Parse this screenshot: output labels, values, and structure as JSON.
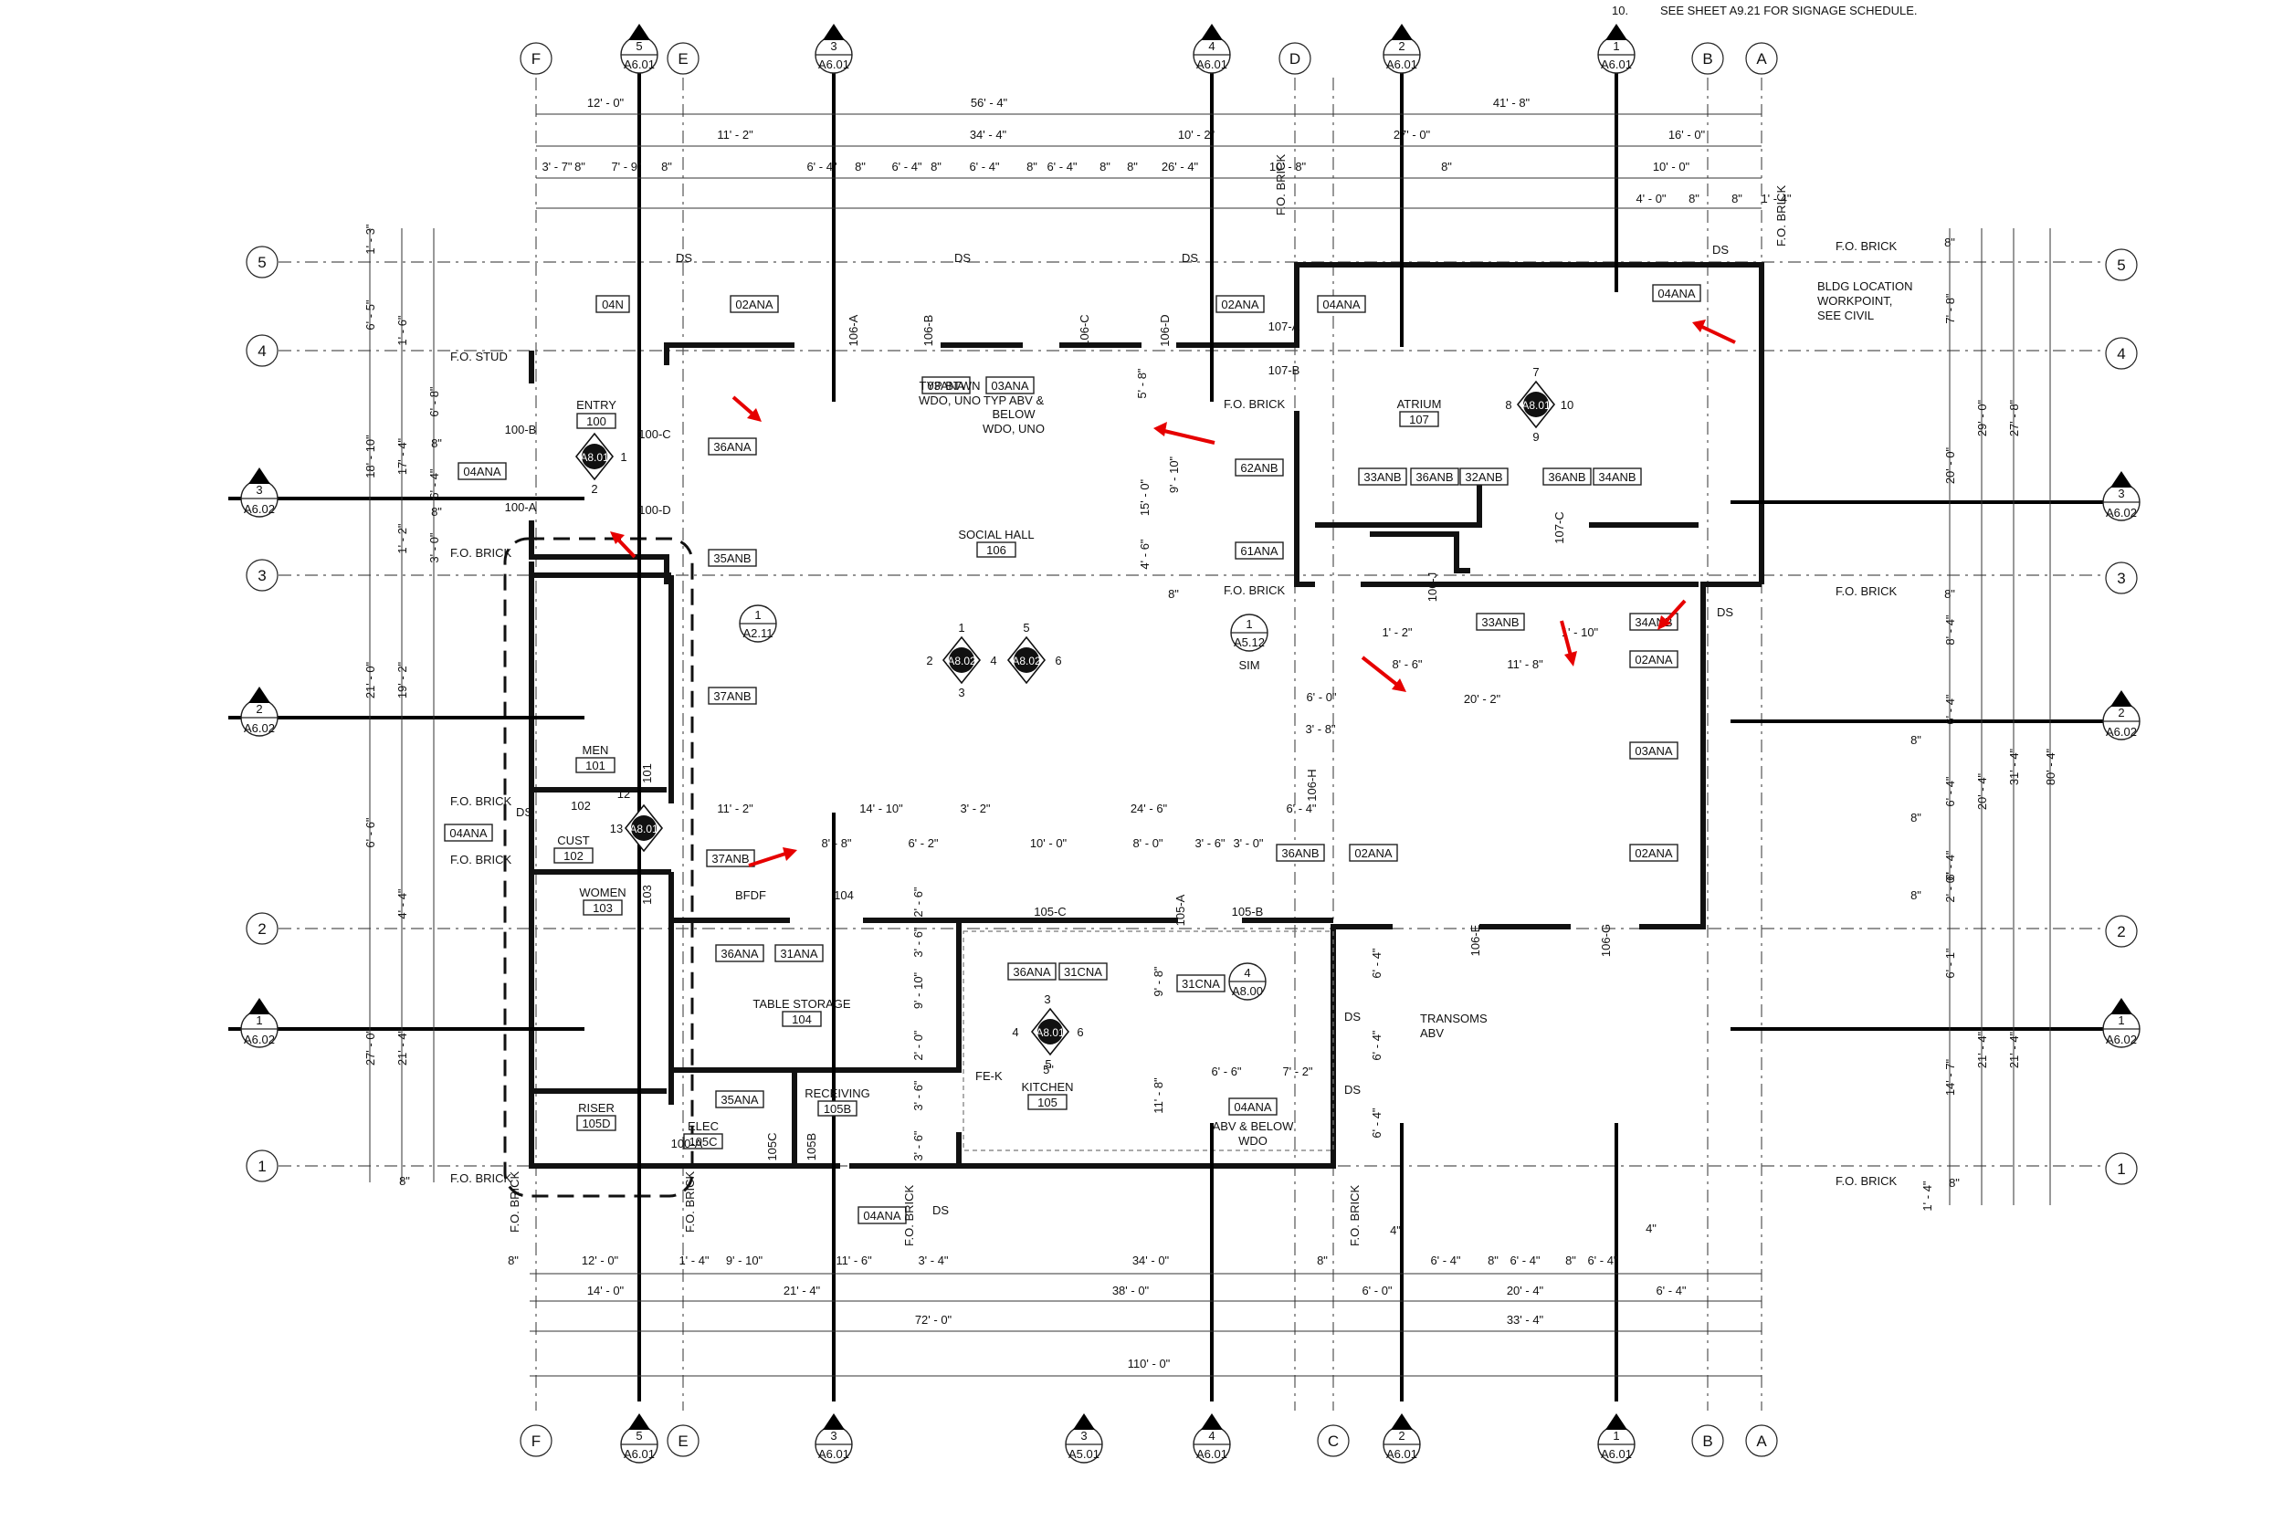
{
  "note": {
    "num": "10.",
    "text": "SEE SHEET A9.21 FOR SIGNAGE SCHEDULE."
  },
  "grid_cols": [
    "F",
    "E",
    "D",
    "C",
    "B",
    "A"
  ],
  "grid_rows": [
    "5",
    "4",
    "3",
    "2",
    "1"
  ],
  "rooms": [
    {
      "name": "ENTRY",
      "num": "100"
    },
    {
      "name": "MEN",
      "num": "101"
    },
    {
      "name": "CUST",
      "num": "102"
    },
    {
      "name": "WOMEN",
      "num": "103"
    },
    {
      "name": "TABLE STORAGE",
      "num": "104"
    },
    {
      "name": "RISER",
      "num": "105D"
    },
    {
      "name": "ELEC",
      "num": "105C"
    },
    {
      "name": "RECEIVING",
      "num": "105B"
    },
    {
      "name": "KITCHEN",
      "num": "105"
    },
    {
      "name": "SOCIAL HALL",
      "num": "106"
    },
    {
      "name": "ATRIUM",
      "num": "107"
    }
  ],
  "tags": [
    "04N",
    "02ANA",
    "02ANA",
    "04ANA",
    "04ANA",
    "36ANA",
    "04ANA",
    "35ANB",
    "37ANB",
    "04ANA",
    "37ANB",
    "36ANA",
    "31ANA",
    "35ANA",
    "36ANA",
    "31CNA",
    "31CNA",
    "04ANA",
    "36ANB",
    "02ANA",
    "04ANA",
    "62ANB",
    "61ANA",
    "33ANB",
    "36ANB",
    "32ANB",
    "36ANB",
    "34ANB",
    "33ANB",
    "34ANB",
    "02ANA",
    "03ANA",
    "02ANA",
    "03ANA",
    "03ANA"
  ],
  "door_tags": [
    "100-B",
    "100-C",
    "100-A",
    "100-D",
    "106-A",
    "106-B",
    "106-C",
    "106-D",
    "107-A",
    "107-B",
    "107-C",
    "106-J",
    "106-H",
    "106-E",
    "106-G",
    "105-A",
    "105-B",
    "105-C",
    "105B",
    "105C",
    "101",
    "102",
    "103",
    "104"
  ],
  "notes": {
    "fo_stud": "F.O. STUD",
    "fo_brick": "F.O. BRICK",
    "ds": "DS",
    "typ_btwn": "TYP BTWN",
    "wdo_uno": "WDO, UNO",
    "typ_abv": "TYP ABV &",
    "below": "BELOW",
    "wdo_uno2": "WDO, UNO",
    "bldg1": "BLDG LOCATION",
    "bldg2": "WORKPOINT,",
    "bldg3": "SEE CIVIL",
    "bfdf": "BFDF",
    "fek": "FE-K",
    "transoms": "TRANSOMS",
    "abv": "ABV",
    "abv_below": "ABV & BELOW",
    "wdo": "WDO",
    "sim": "SIM"
  },
  "section_markers": [
    {
      "num": "5",
      "sheet": "A6.01"
    },
    {
      "num": "3",
      "sheet": "A6.01"
    },
    {
      "num": "4",
      "sheet": "A6.01"
    },
    {
      "num": "2",
      "sheet": "A6.01"
    },
    {
      "num": "1",
      "sheet": "A6.01"
    },
    {
      "num": "3",
      "sheet": "A6.02"
    },
    {
      "num": "2",
      "sheet": "A6.02"
    },
    {
      "num": "1",
      "sheet": "A6.02"
    },
    {
      "num": "3",
      "sheet": "A5.01"
    },
    {
      "num": "1",
      "sheet": "A2.11"
    },
    {
      "num": "1",
      "sheet": "A5.12"
    }
  ],
  "elevation_markers": [
    {
      "sheet": "A8.01",
      "nums": [
        "7",
        "8",
        "9",
        "10"
      ]
    },
    {
      "sheet": "A8.01",
      "nums": [
        "1",
        "2"
      ]
    },
    {
      "sheet": "A8.02",
      "nums": [
        "1",
        "2",
        "3",
        "4"
      ]
    },
    {
      "sheet": "A8.02",
      "nums": [
        "5",
        "6"
      ]
    },
    {
      "sheet": "A8.01",
      "nums": [
        "12",
        "13"
      ]
    },
    {
      "sheet": "A8.01",
      "nums": [
        "3",
        "4",
        "5",
        "6"
      ]
    },
    {
      "sheet": "A8.00",
      "nums": [
        "4"
      ]
    }
  ],
  "dims_top": [
    "12' - 0\"",
    "56' - 4\"",
    "41' - 8\"",
    "11' - 2\"",
    "34' - 4\"",
    "10' - 2\"",
    "27' - 0\"",
    "16' - 0\"",
    "3' - 7\"",
    "8\"",
    "7' - 9\"",
    "8\"",
    "6' - 4\"",
    "8\"",
    "6' - 4\"",
    "8\"",
    "6' - 4\"",
    "8\"",
    "6' - 4\"",
    "8\"",
    "8\"",
    "26' - 4\"",
    "10' - 8\"",
    "8\"",
    "10' - 0\"",
    "8\"",
    "4' - 0\"",
    "8\"",
    "1' - 4\""
  ],
  "dims_bottom": [
    "8\"",
    "12' - 0\"",
    "1' - 4\"",
    "9' - 10\"",
    "11' - 6\"",
    "3' - 4\"",
    "34' - 0\"",
    "8\"",
    "4\"",
    "6' - 4\"",
    "8\"",
    "6' - 4\"",
    "8\"",
    "6' - 4\"",
    "4\"",
    "14' - 0\"",
    "21' - 4\"",
    "38' - 0\"",
    "6' - 0\"",
    "20' - 4\"",
    "6' - 4\"",
    "72' - 0\"",
    "33' - 4\"",
    "110' - 0\""
  ],
  "dims_left": [
    "1' - 3\"",
    "6' - 5\"",
    "1' - 6\"",
    "6' - 8\"",
    "18' - 10\"",
    "17' - 4\"",
    "8\"",
    "6' - 4\"",
    "8\"",
    "1' - 2\"",
    "3' - 0\"",
    "21' - 0\"",
    "19' - 2\"",
    "6' - 6\"",
    "4' - 4\"",
    "27' - 0\"",
    "21' - 4\"",
    "8\""
  ],
  "dims_right": [
    "8\"",
    "7' - 8\"",
    "29' - 0\"",
    "27' - 8\"",
    "20' - 0\"",
    "8\"",
    "8' - 4\"",
    "6' - 4\"",
    "8\"",
    "31' - 4\"",
    "80' - 4\"",
    "6' - 4\"",
    "20' - 4\"",
    "8\"",
    "6' - 4\"",
    "8\"",
    "2' - 0\"",
    "6' - 1\"",
    "14' - 7\"",
    "21' - 4\"",
    "21' - 4\"",
    "1' - 4\"",
    "8\""
  ],
  "dims_interior": [
    "5' - 8\"",
    "9' - 10\"",
    "15' - 0\"",
    "4' - 6\"",
    "8\"",
    "1' - 2\"",
    "8' - 6\"",
    "11' - 8\"",
    "20' - 2\"",
    "1' - 10\"",
    "6' - 0\"",
    "3' - 8\"",
    "11' - 2\"",
    "14' - 10\"",
    "3' - 2\"",
    "24' - 6\"",
    "6' - 4\"",
    "8' - 8\"",
    "6' - 2\"",
    "10' - 0\"",
    "8' - 0\"",
    "3' - 6\"",
    "3' - 0\"",
    "9' - 10\"",
    "2' - 0\"",
    "3' - 6\"",
    "5\"",
    "3' - 6\"",
    "11' - 8\"",
    "6' - 6\"",
    "7' - 2\"",
    "9' - 8\"",
    "6' - 4\"",
    "6' - 4\"",
    "6' - 4\"",
    "2' - 6\"",
    "3' - 6\""
  ],
  "colors": {
    "markup": "#e60000",
    "line": "#111111"
  }
}
